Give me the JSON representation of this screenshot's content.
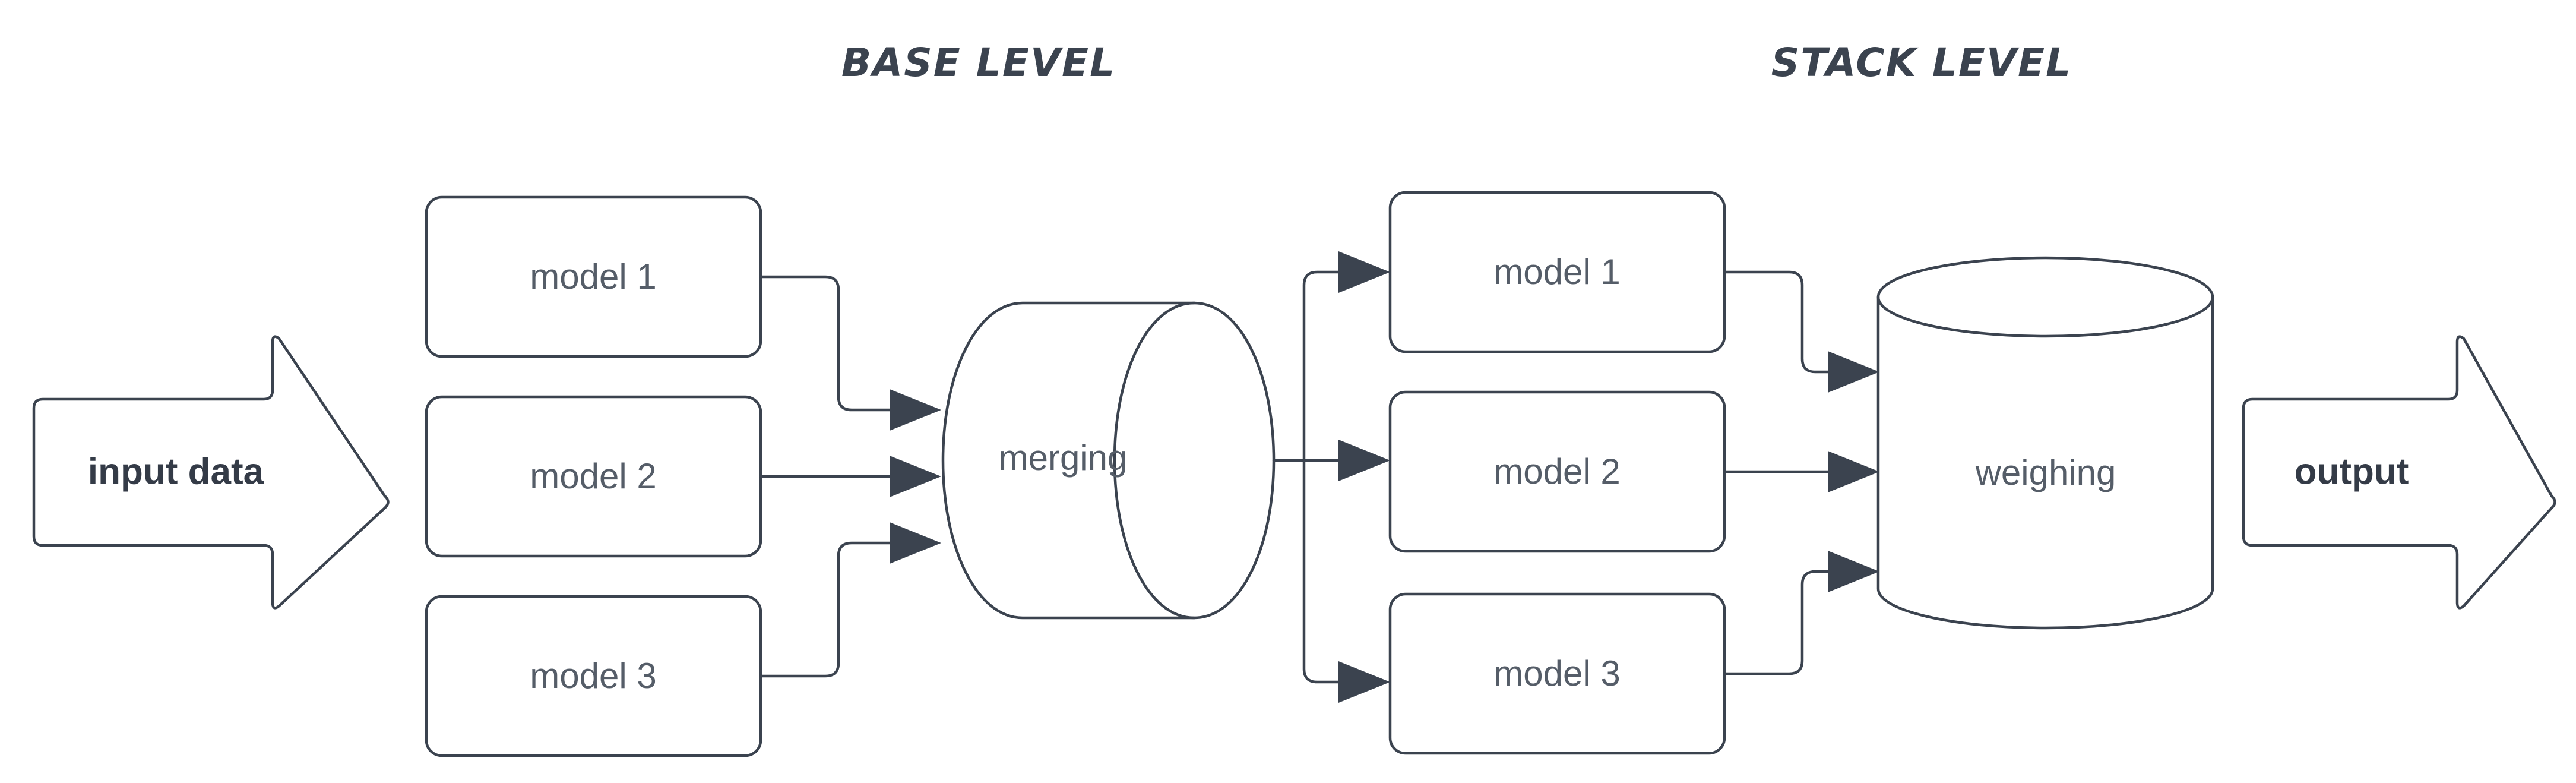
{
  "diagram": {
    "title_base": "BASE LEVEL",
    "title_stack": "STACK LEVEL",
    "background_color": "#ffffff",
    "stroke_color": "#3b434f",
    "label_color": "#555d68",
    "io_label_color": "#343b47"
  },
  "io": {
    "input_label": "input data",
    "output_label": "output"
  },
  "base_level": {
    "heading": "BASE LEVEL",
    "models": [
      {
        "label": "model 1"
      },
      {
        "label": "model 2"
      },
      {
        "label": "model 3"
      }
    ],
    "aggregator": {
      "label": "merging",
      "shape": "cylinder-horizontal"
    }
  },
  "stack_level": {
    "heading": "STACK LEVEL",
    "models": [
      {
        "label": "model 1"
      },
      {
        "label": "model 2"
      },
      {
        "label": "model 3"
      }
    ],
    "aggregator": {
      "label": "weighing",
      "shape": "cylinder-vertical"
    }
  }
}
